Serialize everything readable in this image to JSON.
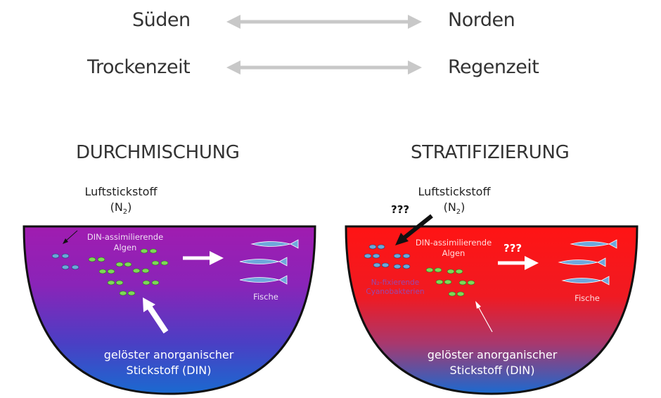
{
  "top": {
    "row1": {
      "left": "Süden",
      "right": "Norden"
    },
    "row2": {
      "left": "Trockenzeit",
      "right": "Regenzeit"
    }
  },
  "panels": {
    "left": {
      "title": "DURCHMISCHUNG",
      "air_label": "Luftstickstoff",
      "air_formula": "(N",
      "air_sub": "2",
      "air_close": ")",
      "algae_label_1": "DIN-assimilierende",
      "algae_label_2": "Algen",
      "fish_label": "Fische",
      "din_label_1": "gelöster anorganischer",
      "din_label_2": "Stickstoff (DIN)"
    },
    "right": {
      "title": "STRATIFIZIERUNG",
      "air_label": "Luftstickstoff",
      "air_formula": "(N",
      "air_sub": "2",
      "air_close": ")",
      "unknown_air": "???",
      "unknown_fish": "???",
      "fixing_label_1": "N₂-fixierende",
      "fixing_label_2": "Cyanobakterien",
      "algae_label_1": "DIN-assimilierende",
      "algae_label_2": "Algen",
      "fish_label": "Fische",
      "din_label_1": "gelöster anorganischer",
      "din_label_2": "Stickstoff (DIN)"
    }
  },
  "colors": {
    "mixing_top": "#9b1fb3",
    "mixing_bottom": "#1565c8",
    "strat_top": "#ff1a1a",
    "strat_bottom": "#1565c8",
    "algae": "#7ed957",
    "cyanobacteria": "#6aa8d8",
    "fish": "#6fa8dc",
    "arrow_gray": "#c8c8c8"
  }
}
